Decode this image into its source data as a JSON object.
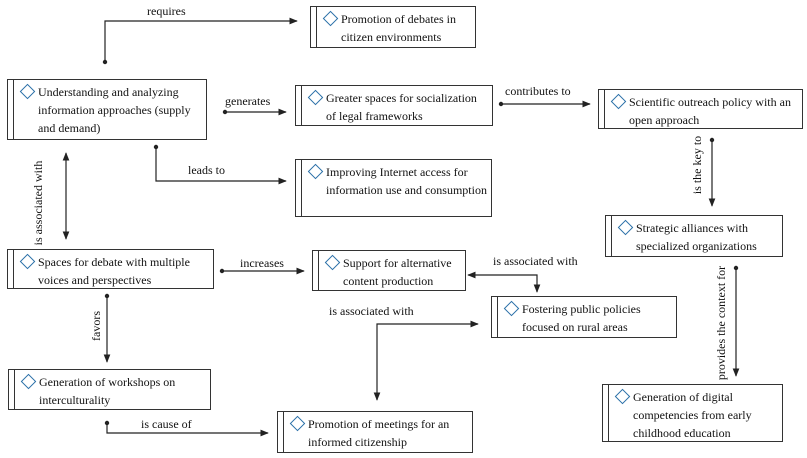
{
  "nodes": {
    "promotion_debates": "Promotion of debates in citizen environments",
    "understanding": "Understanding and analyzing information approaches (supply and demand)",
    "greater_spaces": "Greater spaces for socialization of legal frameworks",
    "scientific_outreach": "Scientific outreach policy with an open approach",
    "improving_internet": "Improving Internet access for information use and consumption",
    "strategic_alliances": "Strategic alliances with specialized organizations",
    "spaces_debate": "Spaces for debate with multiple voices and perspectives",
    "support_alternative": "Support for alternative content production",
    "fostering_policies": "Fostering public policies focused on rural areas",
    "workshops": "Generation of workshops on interculturality",
    "meetings": "Promotion of meetings for an informed citizenship",
    "digital_competencies": "Generation of digital competencies from early childhood education"
  },
  "links": {
    "requires": "requires",
    "generates": "generates",
    "contributes_to": "contributes to",
    "leads_to": "leads to",
    "is_associated_with_vertical": "is associated with",
    "is_the_key_to": "is the key to",
    "increases": "increases",
    "is_associated_with_1": "is associated with",
    "is_associated_with_2": "is associated with",
    "favors": "favors",
    "provides_context": "provides the context for",
    "is_cause_of": "is cause of"
  },
  "colors": {
    "icon": "#2a6fa8",
    "line": "#222222"
  }
}
